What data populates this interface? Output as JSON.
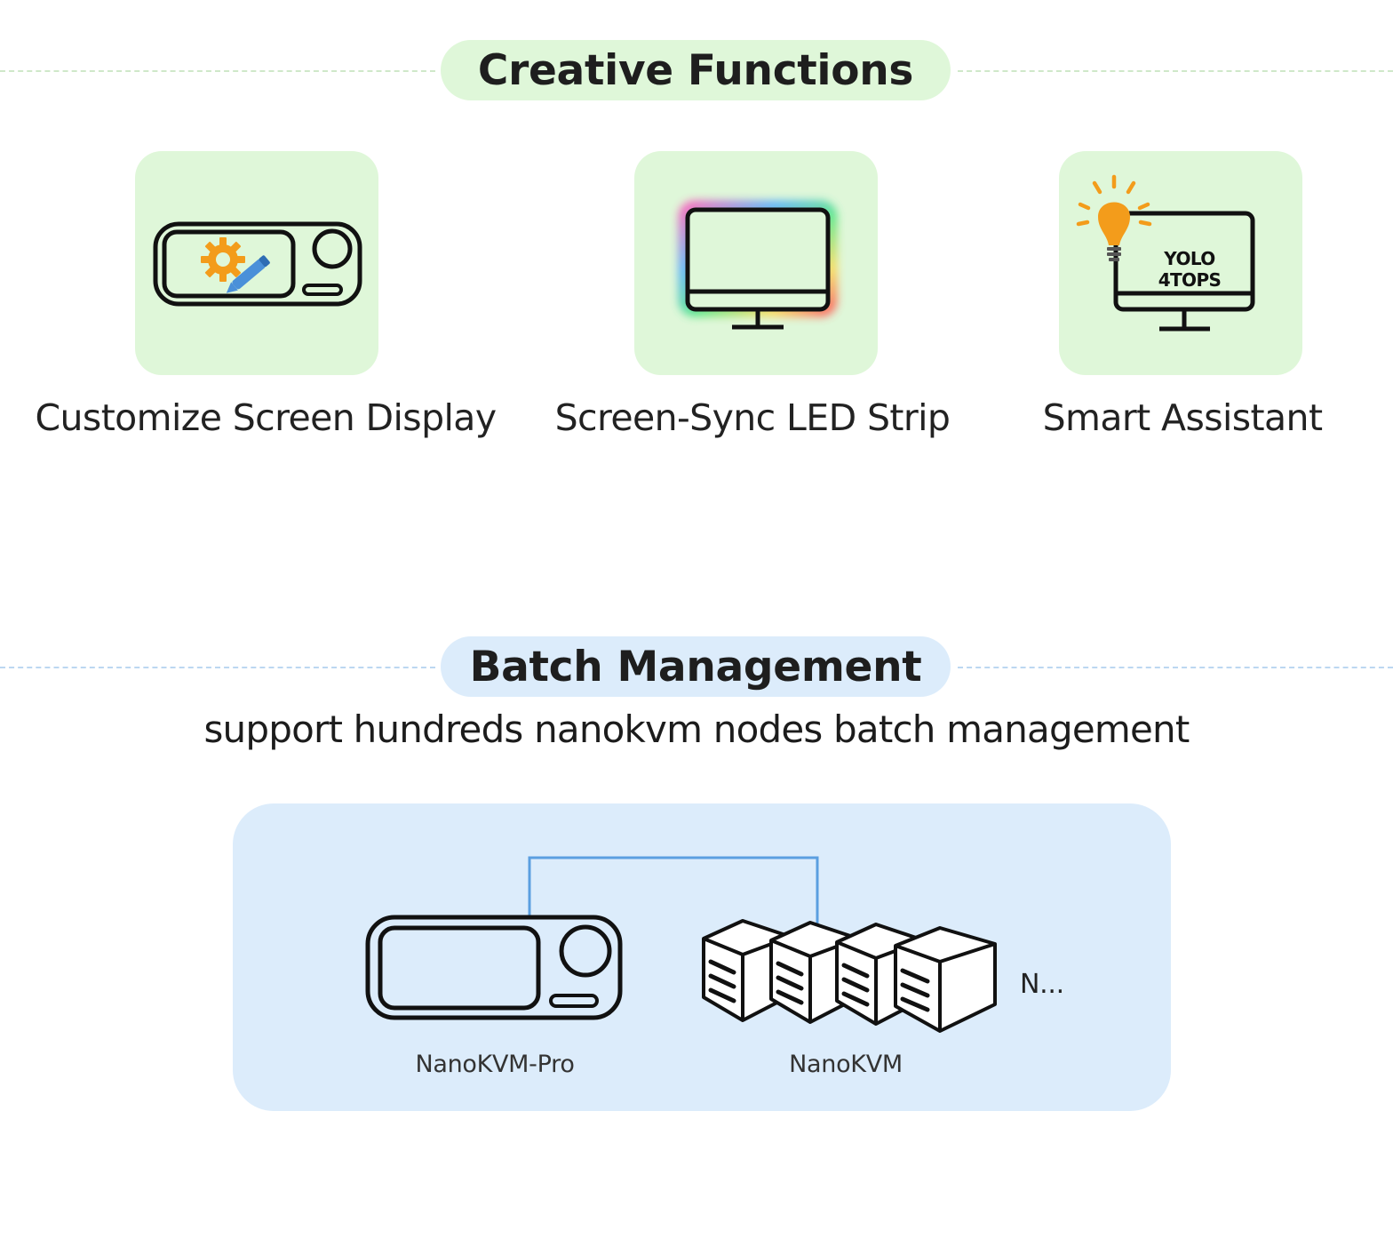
{
  "colors": {
    "creative_accent": "#dff7d9",
    "batch_accent": "#dcecfb",
    "creative_dash": "#cfe8c9",
    "batch_dash": "#bcd7f1",
    "connector_line": "#5b9fe0",
    "icon_stroke": "#111111",
    "gear_orange": "#f39c1b",
    "pen_blue": "#4a90d9"
  },
  "creative": {
    "heading": "Creative Functions",
    "features": [
      {
        "label": "Customize Screen Display",
        "icon": "device-edit-icon"
      },
      {
        "label": "Screen-Sync LED Strip",
        "icon": "rgb-monitor-icon"
      },
      {
        "label": "Smart Assistant",
        "icon": "lightbulb-monitor-icon",
        "screen_text": "YOLO 4TOPS"
      }
    ]
  },
  "batch": {
    "heading": "Batch Management",
    "subtitle": "support hundreds nanokvm nodes batch management",
    "devices": [
      {
        "label": "NanoKVM-Pro",
        "icon": "nanokvm-pro-device-icon"
      },
      {
        "label": "NanoKVM",
        "icon": "nanokvm-cube-icon"
      }
    ],
    "more_label": "N..."
  }
}
